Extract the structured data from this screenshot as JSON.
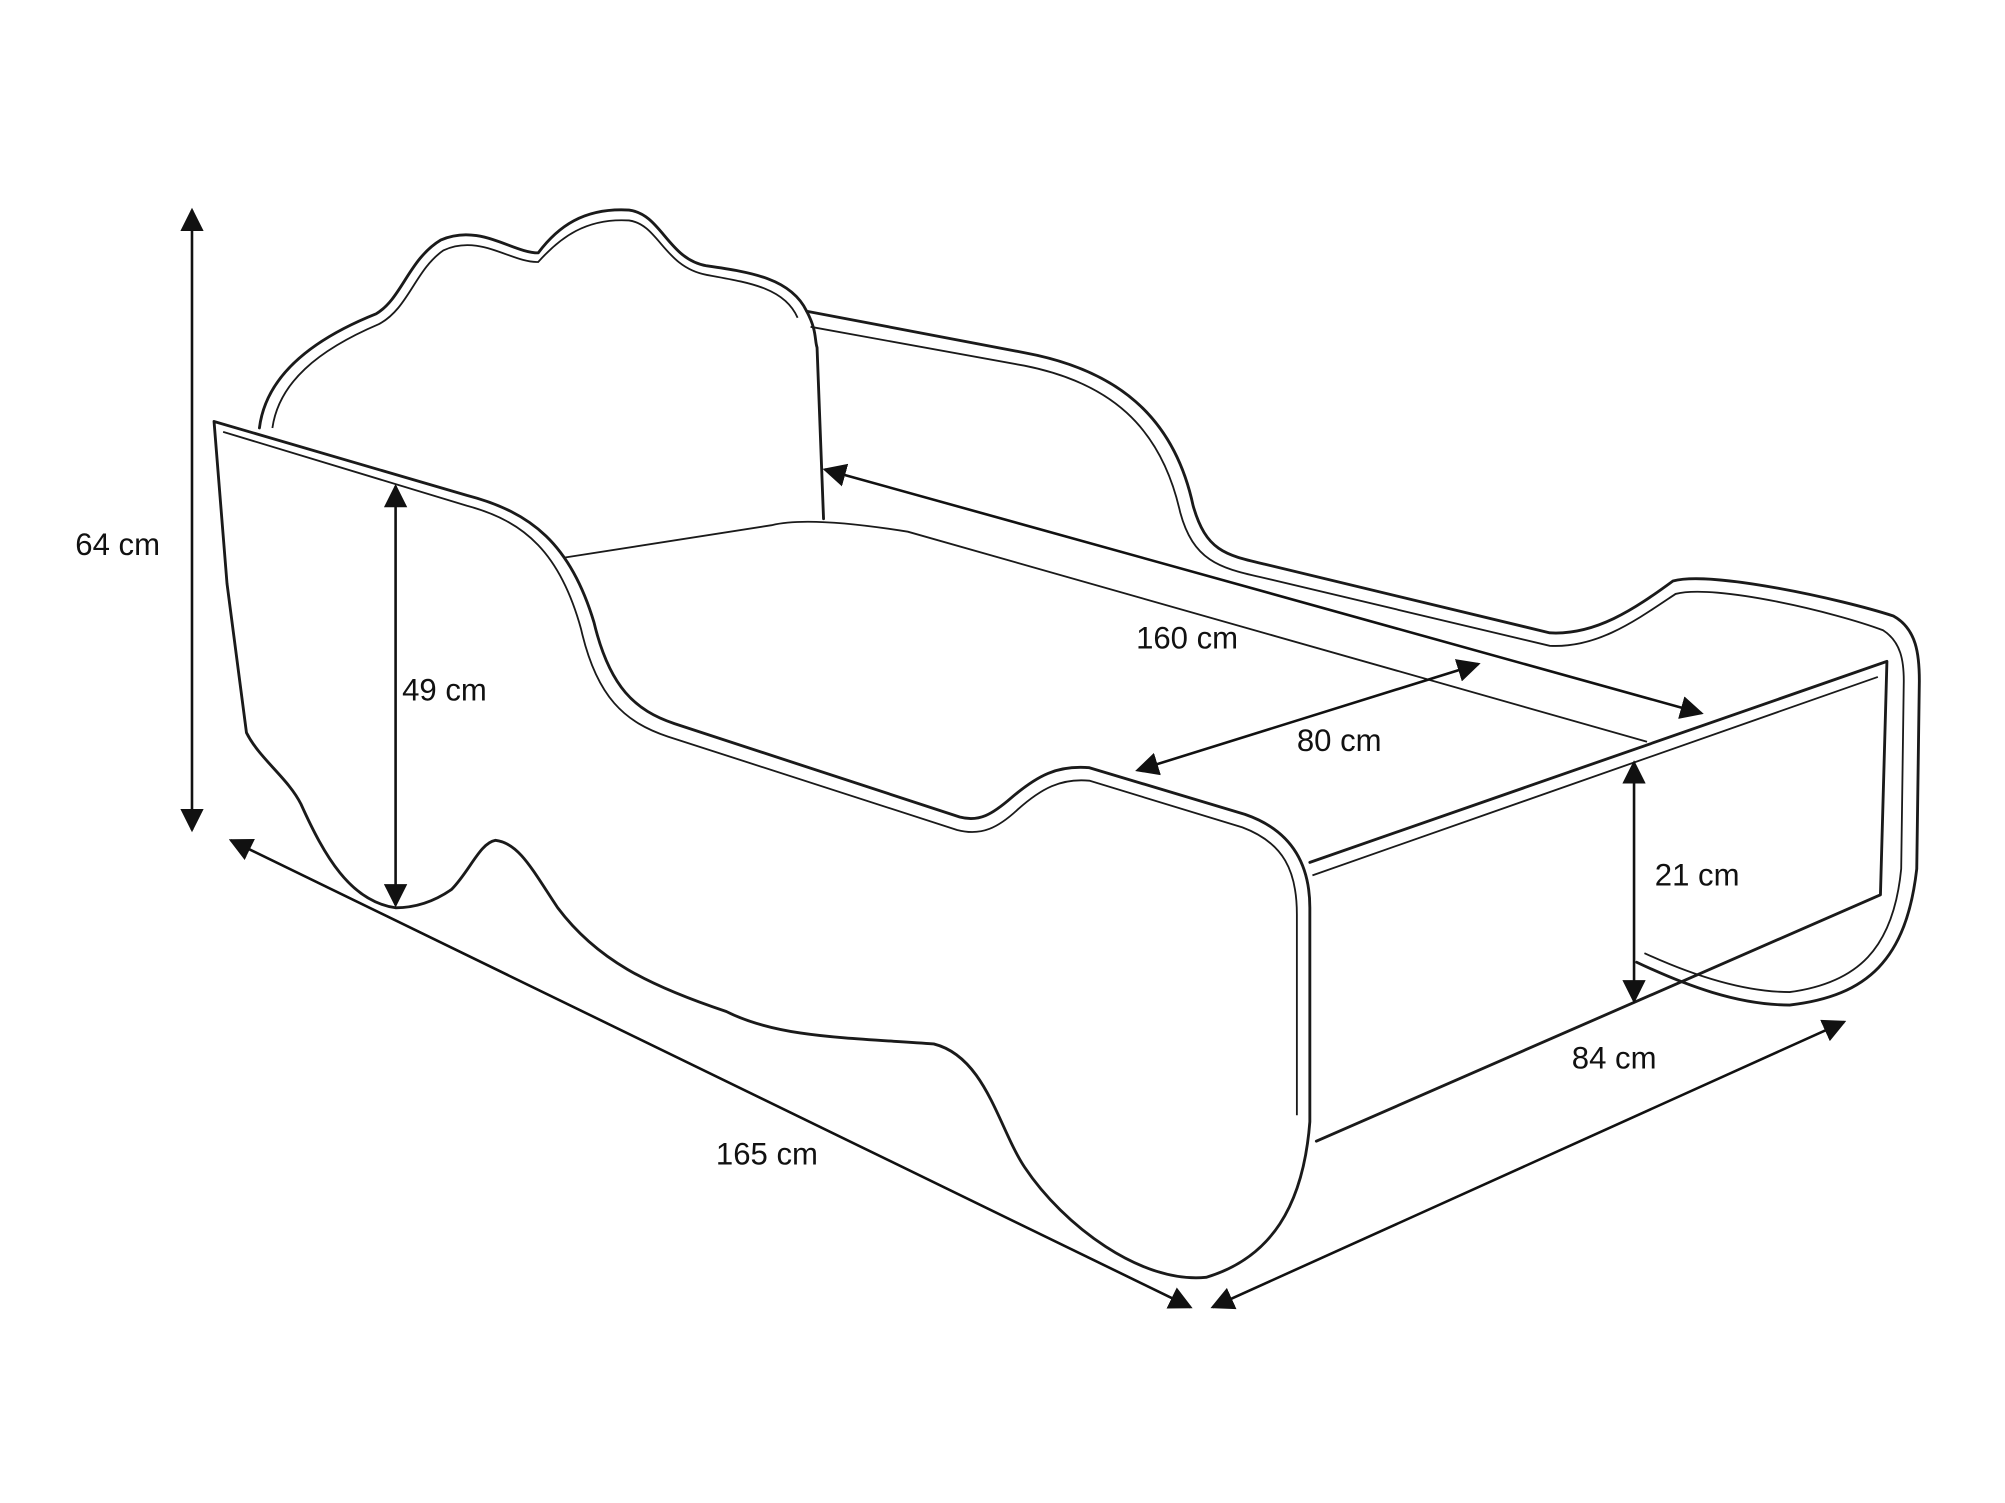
{
  "dimensions": {
    "total_height": "64 cm",
    "side_height": "49 cm",
    "inner_length": "160 cm",
    "inner_width": "80 cm",
    "front_height": "21 cm",
    "total_width": "84 cm",
    "total_length": "165 cm"
  },
  "colors": {
    "line": "#1a1a1a",
    "background": "#ffffff"
  }
}
